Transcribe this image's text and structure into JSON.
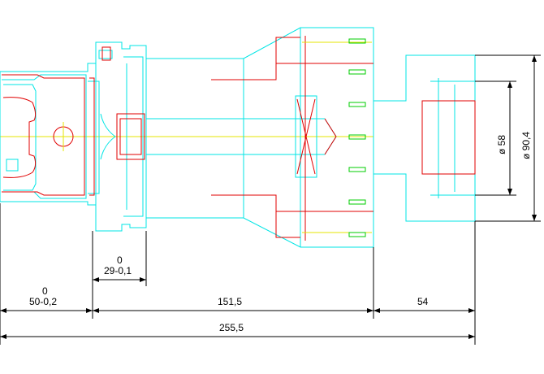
{
  "dimensions": {
    "taper_length": {
      "nominal": "50",
      "tolerance": "0",
      "tolerance_value": "-0,2"
    },
    "flange_width": {
      "nominal": "29",
      "tolerance": "0",
      "tolerance_value": "-0,1"
    },
    "body_length": "151,5",
    "nut_length": "54",
    "overall_length": "255,5",
    "inner_diameter": "ø 58",
    "outer_diameter": "ø 90,4"
  },
  "colors": {
    "outline": "#00e5e5",
    "hidden": "#e00000",
    "centerline": "#e6e600",
    "thread": "#00cc00",
    "dimension": "#000000"
  }
}
